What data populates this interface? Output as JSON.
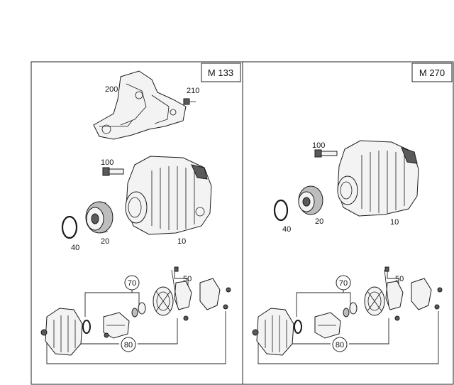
{
  "panels": [
    {
      "id": "left",
      "engine_label": "M 133",
      "callouts": {
        "p200": "200",
        "p210": "210",
        "p100": "100",
        "p40": "40",
        "p20": "20",
        "p10": "10",
        "p70": "70",
        "p50": "50",
        "p80": "80"
      }
    },
    {
      "id": "right",
      "engine_label": "M 270",
      "callouts": {
        "p100": "100",
        "p40": "40",
        "p20": "20",
        "p10": "10",
        "p70": "70",
        "p50": "50",
        "p80": "80"
      }
    }
  ],
  "colors": {
    "line": "#222222",
    "paper": "#ffffff",
    "shade": "#5a5a5a"
  }
}
